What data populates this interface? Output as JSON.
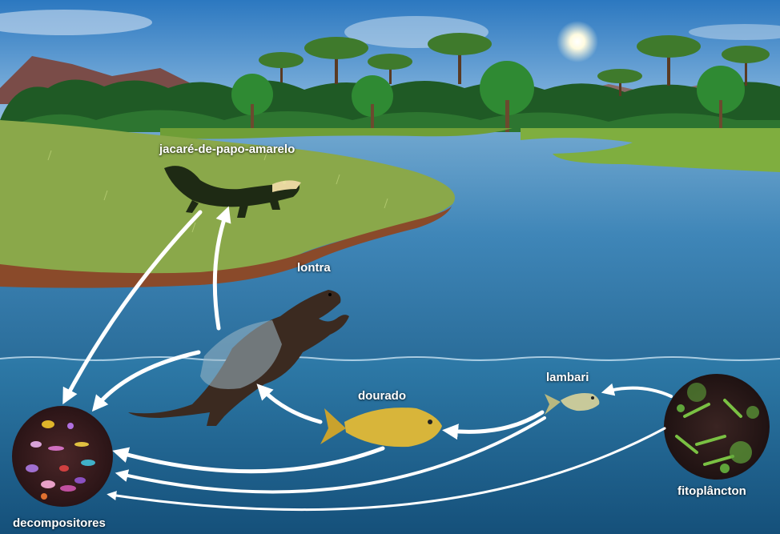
{
  "diagram": {
    "organisms": {
      "jacare": "jacaré-de-papo-amarelo",
      "lontra": "lontra",
      "dourado": "dourado",
      "lambari": "lambari",
      "fitoplancton": "fitoplâncton",
      "decompositores": "decompositores"
    },
    "food_chain_arrows": [
      {
        "from": "fitoplâncton",
        "to": "lambari"
      },
      {
        "from": "lambari",
        "to": "dourado"
      },
      {
        "from": "dourado",
        "to": "lontra"
      },
      {
        "from": "lontra",
        "to": "jacaré-de-papo-amarelo"
      }
    ],
    "decomposer_arrows": [
      {
        "from": "jacaré-de-papo-amarelo",
        "to": "decompositores"
      },
      {
        "from": "lontra",
        "to": "decompositores"
      },
      {
        "from": "dourado",
        "to": "decompositores"
      },
      {
        "from": "lambari",
        "to": "decompositores"
      },
      {
        "from": "fitoplâncton",
        "to": "decompositores"
      }
    ]
  },
  "colors": {
    "sky": "#2f7fc4",
    "water": "#2a6e9c",
    "grass": "#7aa83a",
    "arrow": "#ffffff"
  }
}
